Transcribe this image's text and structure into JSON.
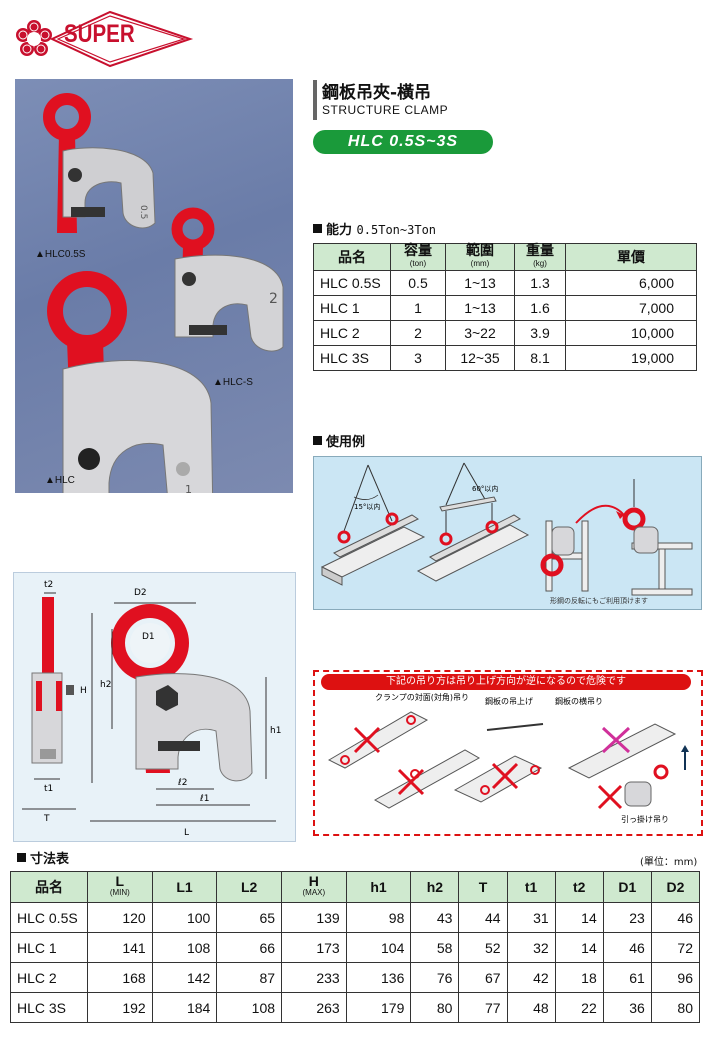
{
  "brand": {
    "logo_text": "SUPER"
  },
  "photo": {
    "labels": [
      "▲HLC0.5S",
      "▲HLC-S",
      "▲HLC"
    ],
    "clamp_sizes": [
      "0.5",
      "1",
      "2"
    ]
  },
  "header": {
    "title_jp": "鋼板吊夾-橫吊",
    "title_en": "STRUCTURE CLAMP",
    "model_badge": "HLC 0.5S~3S"
  },
  "capacity": {
    "section_label": "能力",
    "section_range": "0.5Ton~3Ton",
    "headers": [
      {
        "label": "品名",
        "unit": ""
      },
      {
        "label": "容量",
        "unit": "(ton)"
      },
      {
        "label": "範圍",
        "unit": "(mm)"
      },
      {
        "label": "重量",
        "unit": "(kg)"
      },
      {
        "label": "單價",
        "unit": ""
      }
    ],
    "rows": [
      [
        "HLC 0.5S",
        "0.5",
        "1~13",
        "1.3",
        "6,000"
      ],
      [
        "HLC 1",
        "1",
        "1~13",
        "1.6",
        "7,000"
      ],
      [
        "HLC 2",
        "2",
        "3~22",
        "3.9",
        "10,000"
      ],
      [
        "HLC 3S",
        "3",
        "12~35",
        "8.1",
        "19,000"
      ]
    ]
  },
  "usage": {
    "section_label": "使用例",
    "angle_1": "15°以内",
    "angle_2": "60°以内",
    "caption": "形鋼の反転にもご利用頂けます"
  },
  "drawing": {
    "labels": [
      "t2",
      "D2",
      "D1",
      "h2",
      "H",
      "h1",
      "t1",
      "ℓ2",
      "ℓ1",
      "T",
      "L"
    ]
  },
  "warning": {
    "banner": "下記の吊り方は吊り上げ方向が逆になるので危険です",
    "items": [
      "クランプの対面(対角)吊り",
      "鋼板の吊上げ",
      "鋼板の横吊り",
      "引っ掛け吊り"
    ]
  },
  "dimensions": {
    "section_label": "寸法表",
    "unit_note": "(單位：mm)",
    "headers": [
      {
        "label": "品名",
        "unit": ""
      },
      {
        "label": "L",
        "unit": "(MIN)"
      },
      {
        "label": "L1",
        "unit": ""
      },
      {
        "label": "L2",
        "unit": ""
      },
      {
        "label": "H",
        "unit": "(MAX)"
      },
      {
        "label": "h1",
        "unit": ""
      },
      {
        "label": "h2",
        "unit": ""
      },
      {
        "label": "T",
        "unit": ""
      },
      {
        "label": "t1",
        "unit": ""
      },
      {
        "label": "t2",
        "unit": ""
      },
      {
        "label": "D1",
        "unit": ""
      },
      {
        "label": "D2",
        "unit": ""
      }
    ],
    "rows": [
      [
        "HLC 0.5S",
        "120",
        "100",
        "65",
        "139",
        "98",
        "43",
        "44",
        "31",
        "14",
        "23",
        "46"
      ],
      [
        "HLC 1",
        "141",
        "108",
        "66",
        "173",
        "104",
        "58",
        "52",
        "32",
        "14",
        "46",
        "72"
      ],
      [
        "HLC 2",
        "168",
        "142",
        "87",
        "233",
        "136",
        "76",
        "67",
        "42",
        "18",
        "61",
        "96"
      ],
      [
        "HLC 3S",
        "192",
        "184",
        "108",
        "263",
        "179",
        "80",
        "77",
        "48",
        "22",
        "36",
        "80"
      ]
    ]
  },
  "colors": {
    "brand_red": "#c8102e",
    "badge_green": "#1a9a3a",
    "header_green": "#cfe9cf",
    "usage_blue": "#cbe6f4",
    "warning_red": "#dd1111"
  }
}
